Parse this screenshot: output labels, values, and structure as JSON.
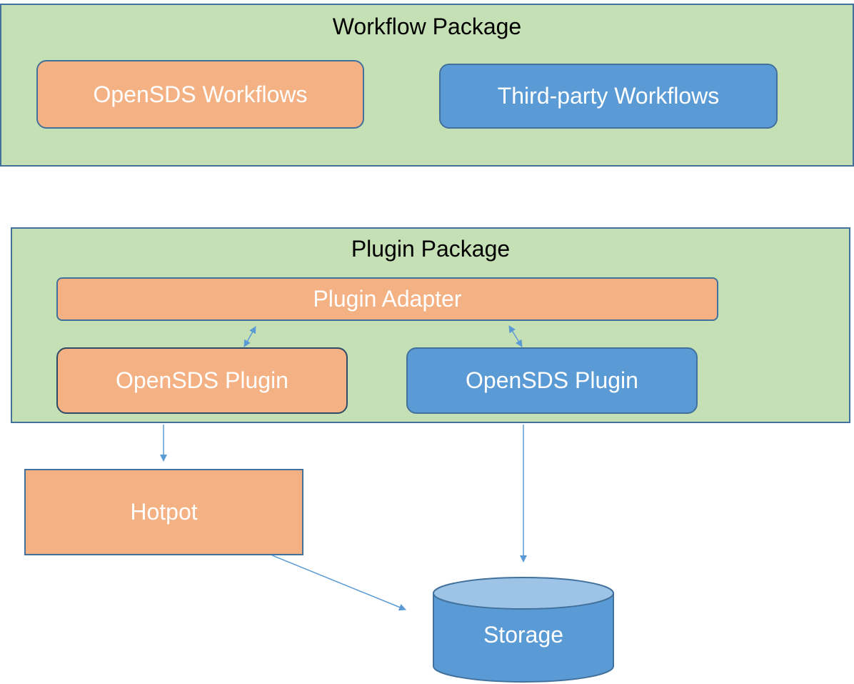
{
  "workflow_package": {
    "title": "Workflow Package",
    "opensds_workflows": "OpenSDS Workflows",
    "third_party_workflows": "Third-party Workflows"
  },
  "plugin_package": {
    "title": "Plugin Package",
    "plugin_adapter": "Plugin Adapter",
    "plugin_left": "OpenSDS Plugin",
    "plugin_right": "OpenSDS Plugin"
  },
  "hotpot": {
    "label": "Hotpot"
  },
  "storage": {
    "label": "Storage"
  },
  "colors": {
    "package_fill": "#c5e0b4",
    "orange": "#f4b183",
    "blue": "#5b9bd5",
    "border": "#41719c",
    "storage_top": "#9dc3e6"
  }
}
